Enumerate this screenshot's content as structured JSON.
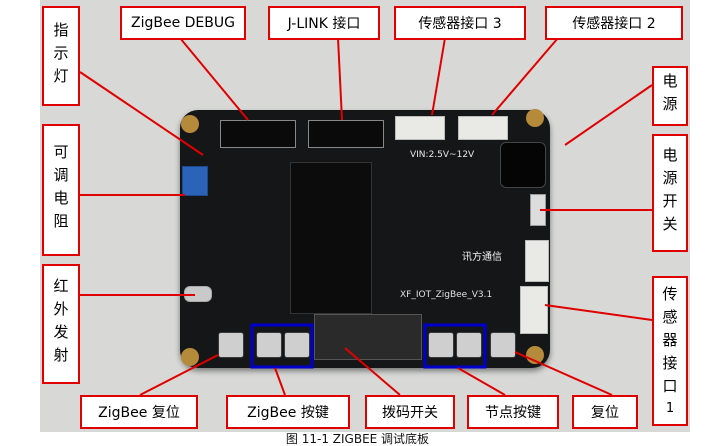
{
  "labels": {
    "zigbee_debug": "ZigBee  DEBUG",
    "jlink": "J-LINK 接口",
    "sensor3": "传感器接口 3",
    "sensor2": "传感器接口 2",
    "indicator": "指示灯",
    "pot": "可调电阻",
    "ir": "红外发射",
    "power": "电源",
    "power_switch": "电源开关",
    "sensor1": "传感器接口",
    "sensor1_num": "1",
    "zigbee_reset": "ZigBee 复位",
    "zigbee_keys": "ZigBee 按键",
    "dip": "拨码开关",
    "node_keys": "节点按键",
    "reset": "复位"
  },
  "board_text": {
    "vin": "VIN:2.5V~12V",
    "brand": "讯方通信",
    "model": "XF_IOT_ZigBee_V3.1"
  },
  "caption": "图 11-1 ZIGBEE 调试底板",
  "colors": {
    "callout": "#e00000",
    "highlight": "#0000cc",
    "pcb": "#151617"
  }
}
